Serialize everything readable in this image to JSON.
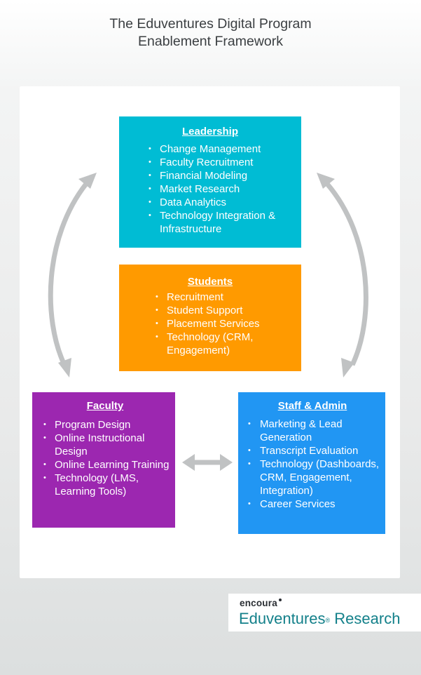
{
  "title": {
    "line1": "The Eduventures Digital Program",
    "line2": "Enablement Framework"
  },
  "colors": {
    "leadership": "#00bcd4",
    "students": "#ff9a00",
    "faculty": "#9c27b0",
    "staff": "#2196f3",
    "arrow": "#c0c2c3",
    "logo_text": "#13808a"
  },
  "leadership": {
    "heading": "Leadership",
    "items": [
      "Change Management",
      "Faculty Recruitment",
      "Financial Modeling",
      "Market Research",
      "Data Analytics",
      "Technology Integration & Infrastructure"
    ]
  },
  "students": {
    "heading": "Students",
    "items": [
      "Recruitment",
      "Student Support",
      "Placement Services",
      "Technology (CRM, Engagement)"
    ]
  },
  "faculty": {
    "heading": "Faculty",
    "items": [
      "Program Design",
      "Online Instructional Design",
      "Online Learning Training",
      "Technology (LMS, Learning Tools)"
    ]
  },
  "staff": {
    "heading": "Staff & Admin",
    "items": [
      "Marketing & Lead Generation",
      "Transcript Evaluation",
      "Technology (Dashboards, CRM, Engagement, Integration)",
      "Career Services"
    ]
  },
  "logo": {
    "brand": "encoura",
    "product": "Eduventures",
    "product_suffix": "Research",
    "mark": "®"
  }
}
